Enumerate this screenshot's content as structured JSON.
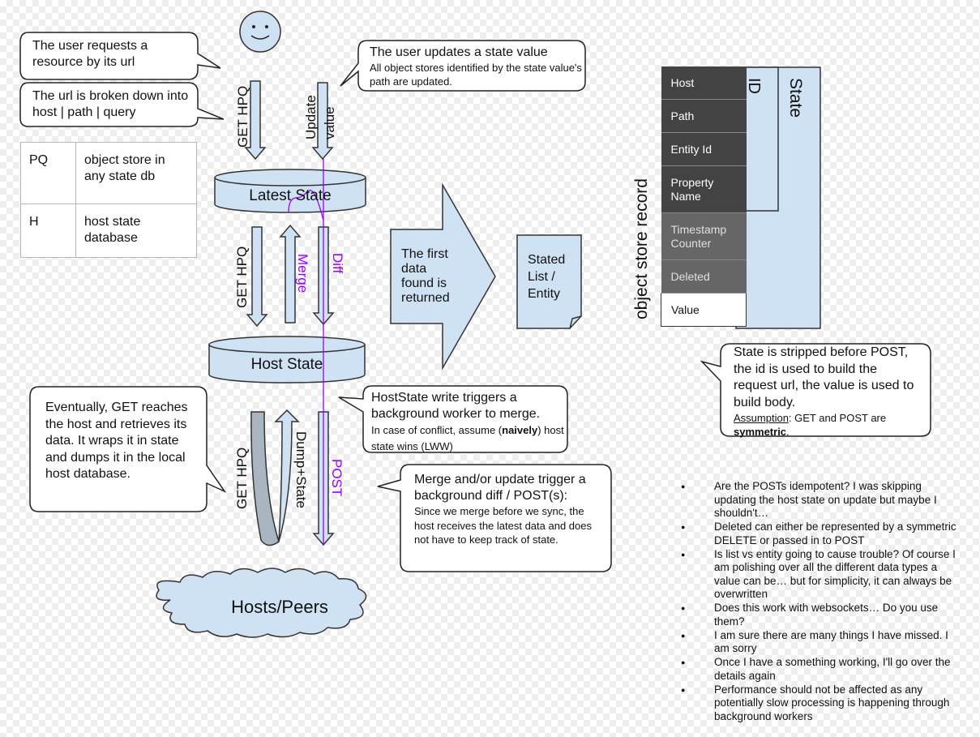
{
  "bubbles": {
    "user_request": "The user requests a resource by its url",
    "url_breakdown": "The url is broken down into host | path | query",
    "user_update_title": "The user updates a state value",
    "user_update_detail": "All object stores identified by the state value's path are updated.",
    "eventually_get": "Eventually, GET reaches the host and retrieves its data. It wraps it in state and dumps it in the local host database.",
    "hoststate_title": "HostState write triggers a background worker to merge.",
    "hoststate_detail_before": "In case of conflict, assume (",
    "hoststate_detail_bold": "naively",
    "hoststate_detail_after": ") host state wins (LWW)",
    "merge_title": "Merge and/or update trigger a background diff / POST(s):",
    "merge_detail": "Since we merge before we sync, the host receives the latest data and does not have to keep track of state.",
    "stripped_text": "State is stripped before POST, the id is used to build the request url, the value is used to build body.",
    "stripped_assumption_label": "Assumption",
    "stripped_assumption_mid": ": GET and POST are ",
    "stripped_assumption_bold": "symmetric",
    "stripped_assumption_end": "."
  },
  "legend_table": [
    {
      "key": "PQ",
      "value": "object store in any state db"
    },
    {
      "key": "H",
      "value": "host state database"
    }
  ],
  "nodes": {
    "latest_state": "Latest State",
    "host_state": "Host State",
    "hosts_peers": "Hosts/Peers",
    "first_data": "The first data found is returned",
    "stated_list": "Stated List / Entity"
  },
  "arrow_labels": {
    "get_hpq_top": "GET HPQ",
    "update_value_1": "Update",
    "update_value_2": "value",
    "get_hpq_mid": "GET HPQ",
    "merge": "Merge",
    "diff": "Diff",
    "get_hpq_bottom": "GET HPQ",
    "dump_state": "Dump+State",
    "post": "POST"
  },
  "record": {
    "side_label": "object store record",
    "id_label": "ID",
    "state_label": "State",
    "fields": [
      "Host",
      "Path",
      "Entity Id",
      "Property Name",
      "Timestamp Counter",
      "Deleted",
      "Value"
    ]
  },
  "notes": [
    "Are the POSTs idempotent? I was skipping updating the host state on update but maybe I shouldn't…",
    "Deleted can either be represented by a symmetric DELETE or passed in to POST",
    "Is list vs entity going to cause trouble? Of course I am polishing over all the different data types a value can be… but for simplicity, it can always be overwritten",
    "Does this work with websockets… Do you use them?",
    "I am sure there are many things I have missed. I am sorry",
    "Once I have a something working, I'll go over the details again",
    "Performance should not be affected as any potentially slow processing is happening through background workers"
  ],
  "colors": {
    "shape_fill": "#cfe2f3",
    "outline": "#333333",
    "purple": "#9900ff",
    "record_dark": "#434343",
    "record_gray": "#666666"
  }
}
